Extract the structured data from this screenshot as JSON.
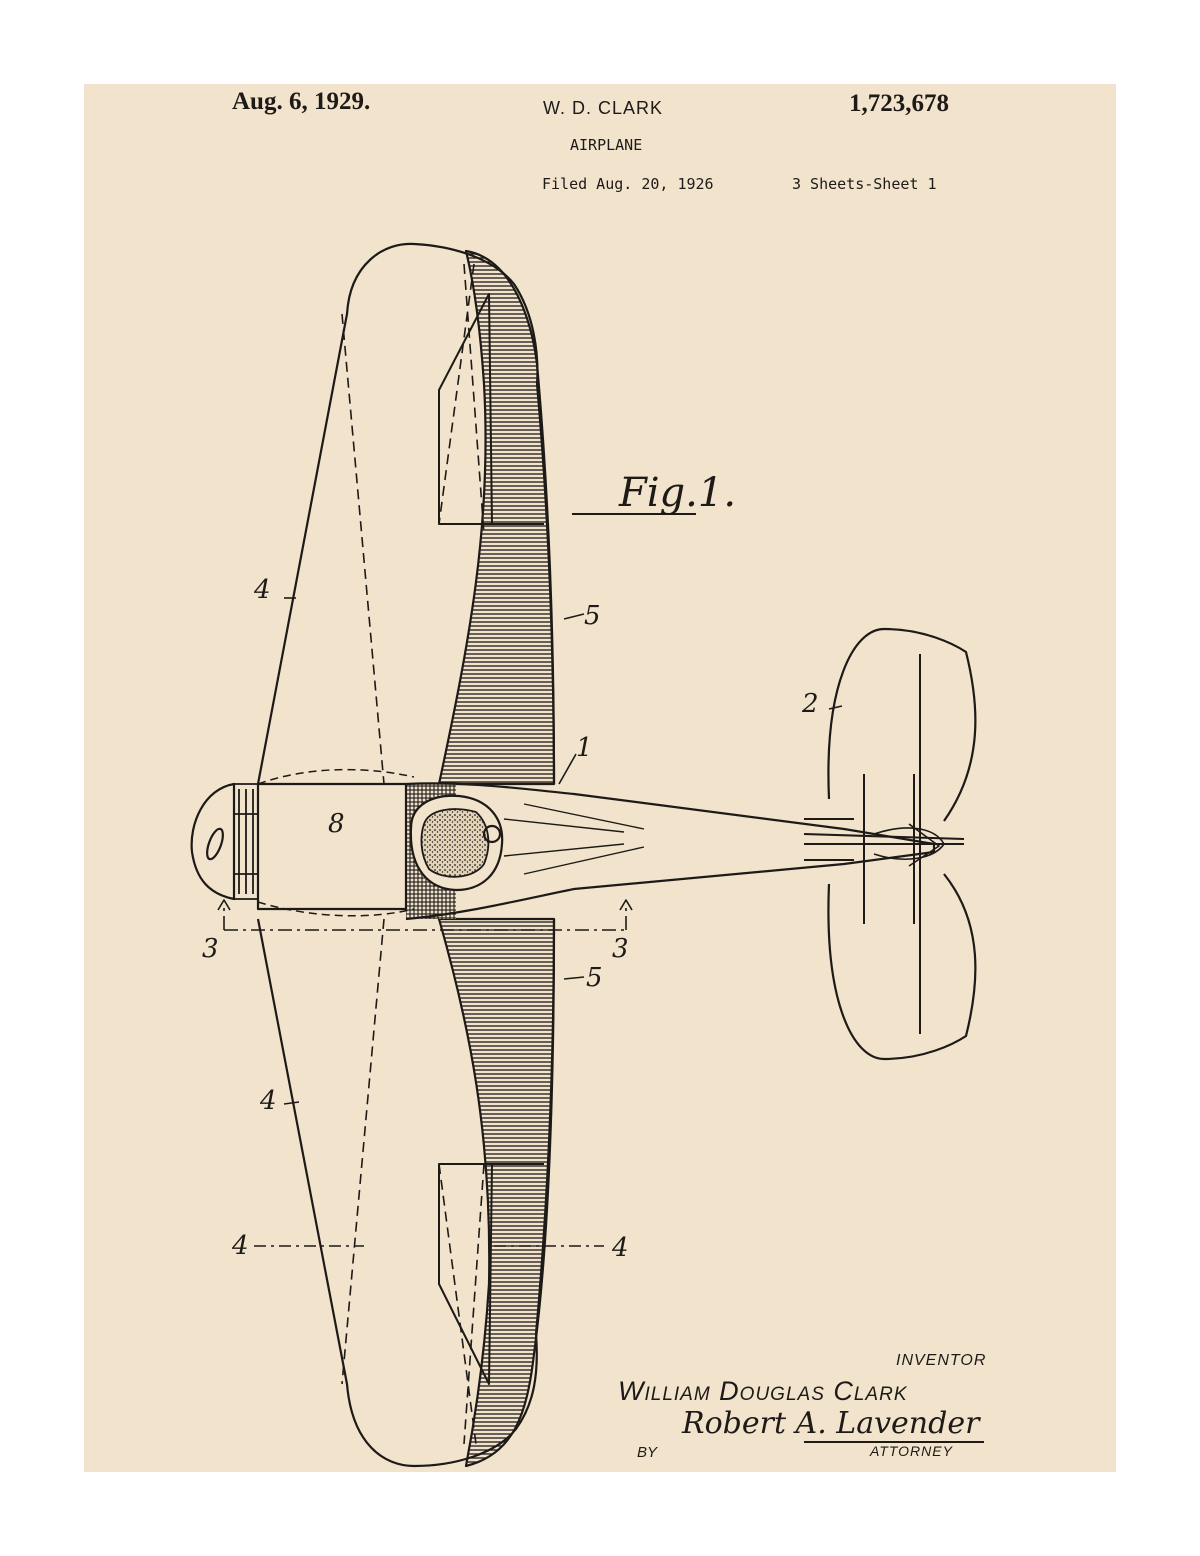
{
  "header": {
    "date": "Aug. 6, 1929.",
    "inventor_short": "W. D. CLARK",
    "patent_number": "1,723,678",
    "title": "AIRPLANE",
    "filed": "Filed Aug. 20, 1926",
    "sheets": "3 Sheets-Sheet  1"
  },
  "figure": {
    "label": "Fig.1.",
    "refs": {
      "fuselage": "1",
      "tail": "2",
      "section": "3",
      "wing": "4",
      "shaded": "5",
      "nose": "8"
    }
  },
  "footer": {
    "inventor_label": "INVENTOR",
    "inventor_name": "William Douglas Clark",
    "by": "BY",
    "signature": "Robert A. Lavender",
    "attorney_label": "ATTORNEY"
  },
  "colors": {
    "paper": "#f1e3cc",
    "ink": "#1d1a17"
  }
}
